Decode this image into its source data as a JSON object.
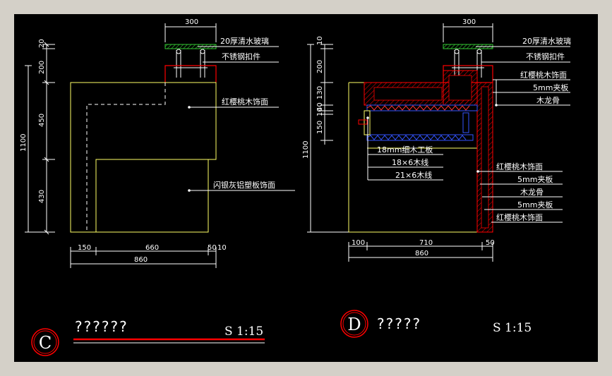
{
  "left": {
    "dims_top": [
      "300"
    ],
    "dims_left": [
      "20",
      "200",
      "450",
      "430"
    ],
    "dim_total_height": "1100",
    "dims_bottom": [
      "150",
      "660",
      "50",
      "10"
    ],
    "dim_total_width": "860",
    "callouts": [
      "20厚清水玻璃",
      "不锈钢扣件",
      "红樱桃木饰面",
      "闪银灰铝塑板饰面"
    ],
    "mark": "C",
    "title": "??????",
    "scale": "S 1:15"
  },
  "right": {
    "dims_top": [
      "300"
    ],
    "dims_left": [
      "10",
      "200",
      "130",
      "40",
      "10",
      "150"
    ],
    "dim_total_height": "1100",
    "dims_bottom": [
      "100",
      "710",
      "50"
    ],
    "dim_total_width": "860",
    "callouts_right": [
      "20厚清水玻璃",
      "不锈钢扣件",
      "红樱桃木饰面",
      "5mm夹板",
      "木龙骨"
    ],
    "callouts_inner": [
      "18mm细木工板",
      "18×6木线",
      "21×6木线"
    ],
    "callouts_lower": [
      "红樱桃木饰面",
      "5mm夹板",
      "木龙骨",
      "5mm夹板",
      "红樱桃木饰面"
    ],
    "mark": "D",
    "title": "?????",
    "scale": "S 1:15"
  },
  "colors": {
    "background": "#000000",
    "frame": "#d4d0c8",
    "dimension": "#ffffff",
    "outline_yellow": "#ffff66",
    "detail_red": "#ff0000",
    "glass_green": "#33cc33",
    "wood_blue": "#3355ff"
  }
}
